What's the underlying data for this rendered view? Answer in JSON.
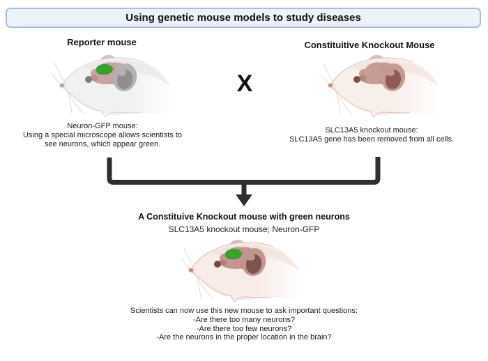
{
  "title": "Using genetic mouse models to study diseases",
  "cross_symbol": "X",
  "reporter": {
    "heading": "Reporter mouse",
    "caption": [
      "Neuron-GFP mouse:",
      "Using a special microscope allows scientists to",
      "see neurons, which appear green."
    ]
  },
  "knockout": {
    "heading": "Constituitive Knockout Mouse",
    "caption": [
      "SLC13A5 knockout mouse:",
      "SLC13A5 gene has been removed from all cells."
    ]
  },
  "result": {
    "heading": "A Constituive Knockout mouse with green neurons",
    "subheading": "SLC13A5 knockout mouse; Neuron-GFP",
    "caption": [
      "Scientists can now use this new mouse to ask important questions:",
      "-Are there too many neurons?",
      "-Are there too few neurons?",
      "-Are the neurons in the proper location in the brain?"
    ]
  },
  "colors": {
    "title_box_bg": "#ebf2fa",
    "title_box_border": "#a9bede",
    "connector": "#2e2e2e",
    "gfp_green": "#3aa12e"
  },
  "mice": {
    "reporter": {
      "body": "#f2f1f0",
      "bodyEdge": "#d2d1cf",
      "shade": "#e3e2e0",
      "farEar": "#c9c8c6",
      "earOuter": "#b3b2b0",
      "earInner": "#8f8e8c",
      "brain": "#c9a49f",
      "brainDark": "#a87f7a",
      "eye": "#7e7d7c",
      "nose": "#b5a9a5",
      "whisker": "#d6d5d3",
      "gfp": "#3aa12e",
      "gfpEdge": "#2e8526"
    },
    "knockout": {
      "body": "#f8efeb",
      "bodyEdge": "#d9b8ad",
      "shade": "#efddd5",
      "farEar": "#dcbfb7",
      "earOuter": "#c49a92",
      "earInner": "#8e5a55",
      "brain": "#c79c95",
      "brainDark": "#a2746d",
      "eye": "#7e4f49",
      "nose": "#c89388",
      "whisker": "#e8d6cf",
      "gfp": null,
      "gfpEdge": null
    },
    "result": {
      "body": "#f7ece7",
      "bodyEdge": "#d6b3a8",
      "shade": "#eedbd3",
      "farEar": "#dcbfb7",
      "earOuter": "#c0958d",
      "earInner": "#7d534e",
      "brain": "#c3968f",
      "brainDark": "#9b6d66",
      "eye": "#6f4b45",
      "nose": "#c48e83",
      "whisker": "#e6d2ca",
      "gfp": "#3aa12e",
      "gfpEdge": "#2e8526"
    }
  }
}
